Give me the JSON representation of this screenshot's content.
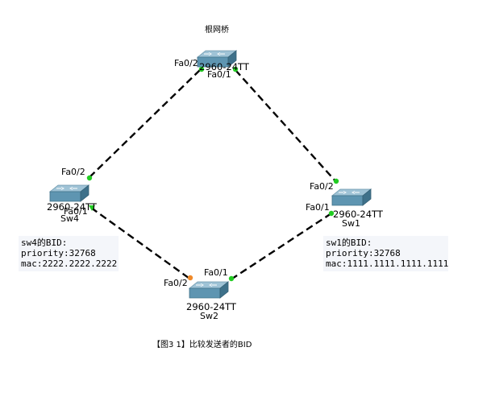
{
  "diagram": {
    "root_label": "根网桥",
    "switches": {
      "root": {
        "model": "2960-24TT",
        "name": ""
      },
      "sw1": {
        "model": "2960-24TT",
        "name": "Sw1"
      },
      "sw2": {
        "model": "2960-24TT",
        "name": "Sw2"
      },
      "sw4": {
        "model": "2960-24TT",
        "name": "Sw4"
      }
    },
    "ports": {
      "root_fa02": "Fa0/2",
      "root_fa01": "Fa0/1",
      "sw1_fa02": "Fa0/2",
      "sw1_fa01": "Fa0/1",
      "sw4_fa02": "Fa0/2",
      "sw4_fa01": "Fa0/1",
      "sw2_fa01": "Fa0/1",
      "sw2_fa02": "Fa0/2"
    },
    "notes": {
      "sw4": {
        "title": "sw4的BID:",
        "priority": "priority:32768",
        "mac": "mac:2222.2222.2222"
      },
      "sw1": {
        "title": "sw1的BID:",
        "priority": "priority:32768",
        "mac": "mac:1111.1111.1111.1111"
      }
    },
    "caption": "【图3 1】比较发送者的BID",
    "colors": {
      "link": "#000000",
      "port_up": "#22cc22",
      "port_blocked": "#f08a2a",
      "switch_top": "#9fc3d6",
      "switch_front": "#5e95b1",
      "switch_side": "#3e718a",
      "note_bg": "#f4f6fa"
    }
  }
}
